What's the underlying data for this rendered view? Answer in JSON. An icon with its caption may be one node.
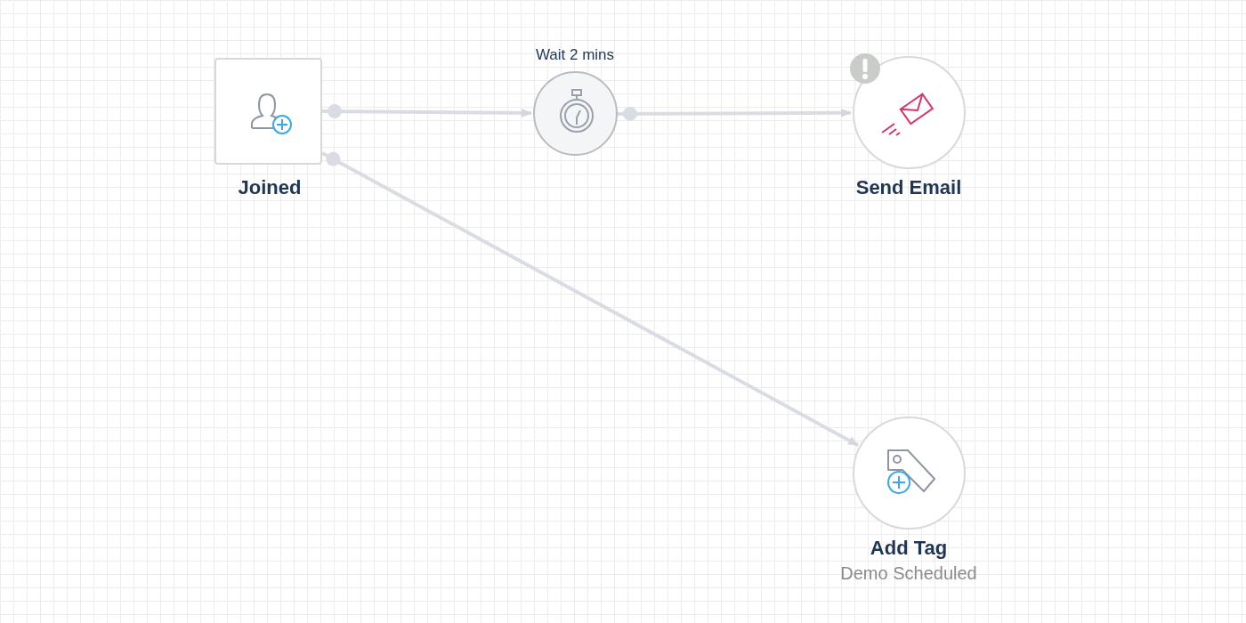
{
  "diagram": {
    "nodes": [
      {
        "text": [
          "Joined"
        ]
      },
      {
        "text": [
          "Wait 2 mins"
        ]
      },
      {
        "text": [
          "Send Email"
        ]
      },
      {
        "text": [
          "Add Tag",
          "Demo Scheduled"
        ]
      }
    ],
    "edges": [
      {
        "from": 0,
        "to": 1,
        "arrow": "to"
      },
      {
        "from": 1,
        "to": 2,
        "arrow": "to"
      },
      {
        "from": 0,
        "to": 3,
        "arrow": "to"
      }
    ]
  }
}
